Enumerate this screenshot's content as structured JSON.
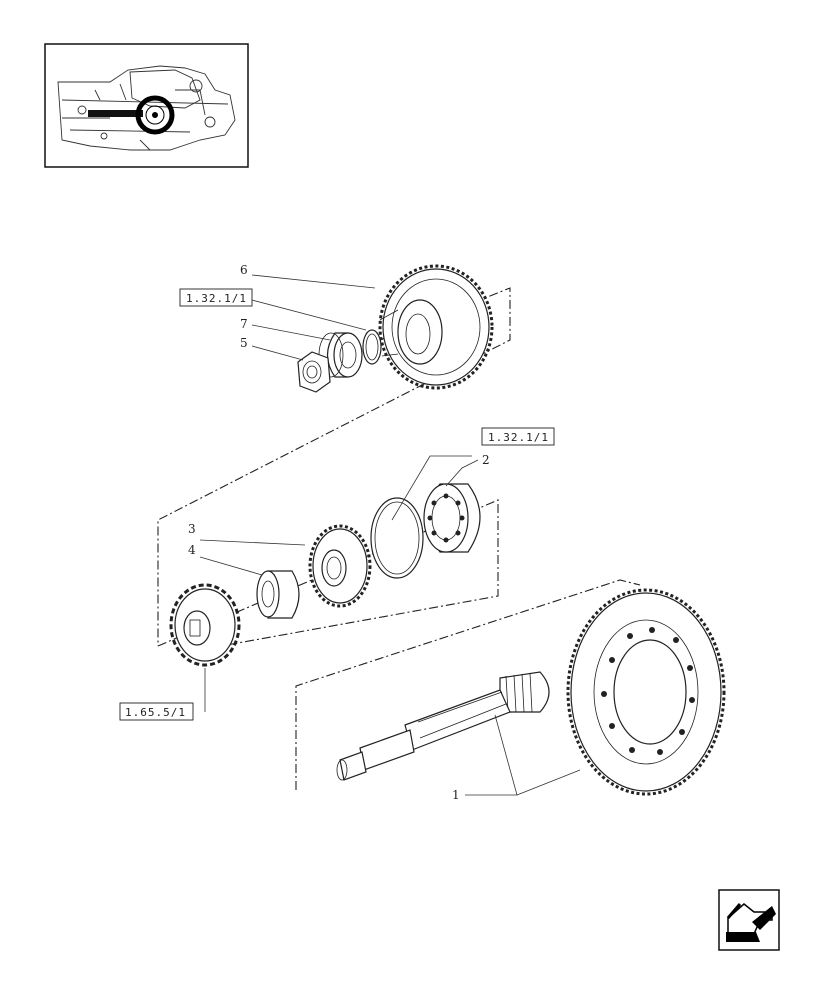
{
  "callouts": {
    "item_1": "1",
    "item_2": "2",
    "item_3": "3",
    "item_4": "4",
    "item_5": "5",
    "item_6": "6",
    "item_7": "7"
  },
  "references": {
    "ref_top": "1.32.1/1",
    "ref_middle": "1.32.1/1",
    "ref_bottom": "1.65.5/1"
  },
  "icons": {
    "thumbnail": "tractor-overview-thumbnail",
    "nav": "back-arrow-icon"
  }
}
